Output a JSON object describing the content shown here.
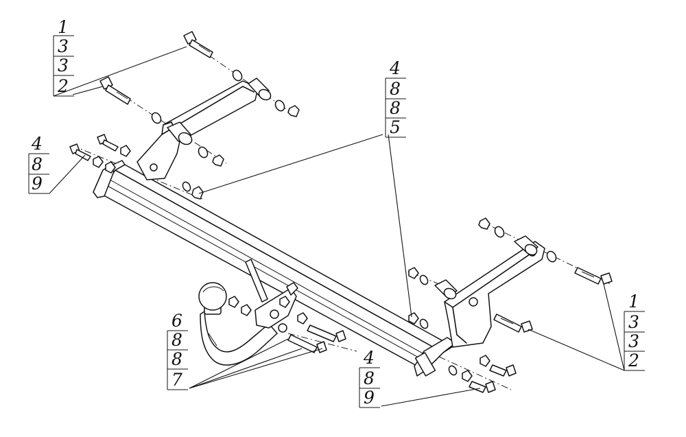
{
  "callouts": {
    "top_left": {
      "lines": [
        "1",
        "3",
        "3",
        "2"
      ]
    },
    "mid_left": {
      "lines": [
        "4",
        "8",
        "9"
      ]
    },
    "top_center": {
      "lines": [
        "4",
        "8",
        "8",
        "5"
      ]
    },
    "bottom_left": {
      "lines": [
        "6",
        "8",
        "8",
        "7"
      ]
    },
    "bottom_center": {
      "lines": [
        "4",
        "8",
        "9"
      ]
    },
    "right": {
      "lines": [
        "1",
        "3",
        "3",
        "2"
      ]
    }
  }
}
